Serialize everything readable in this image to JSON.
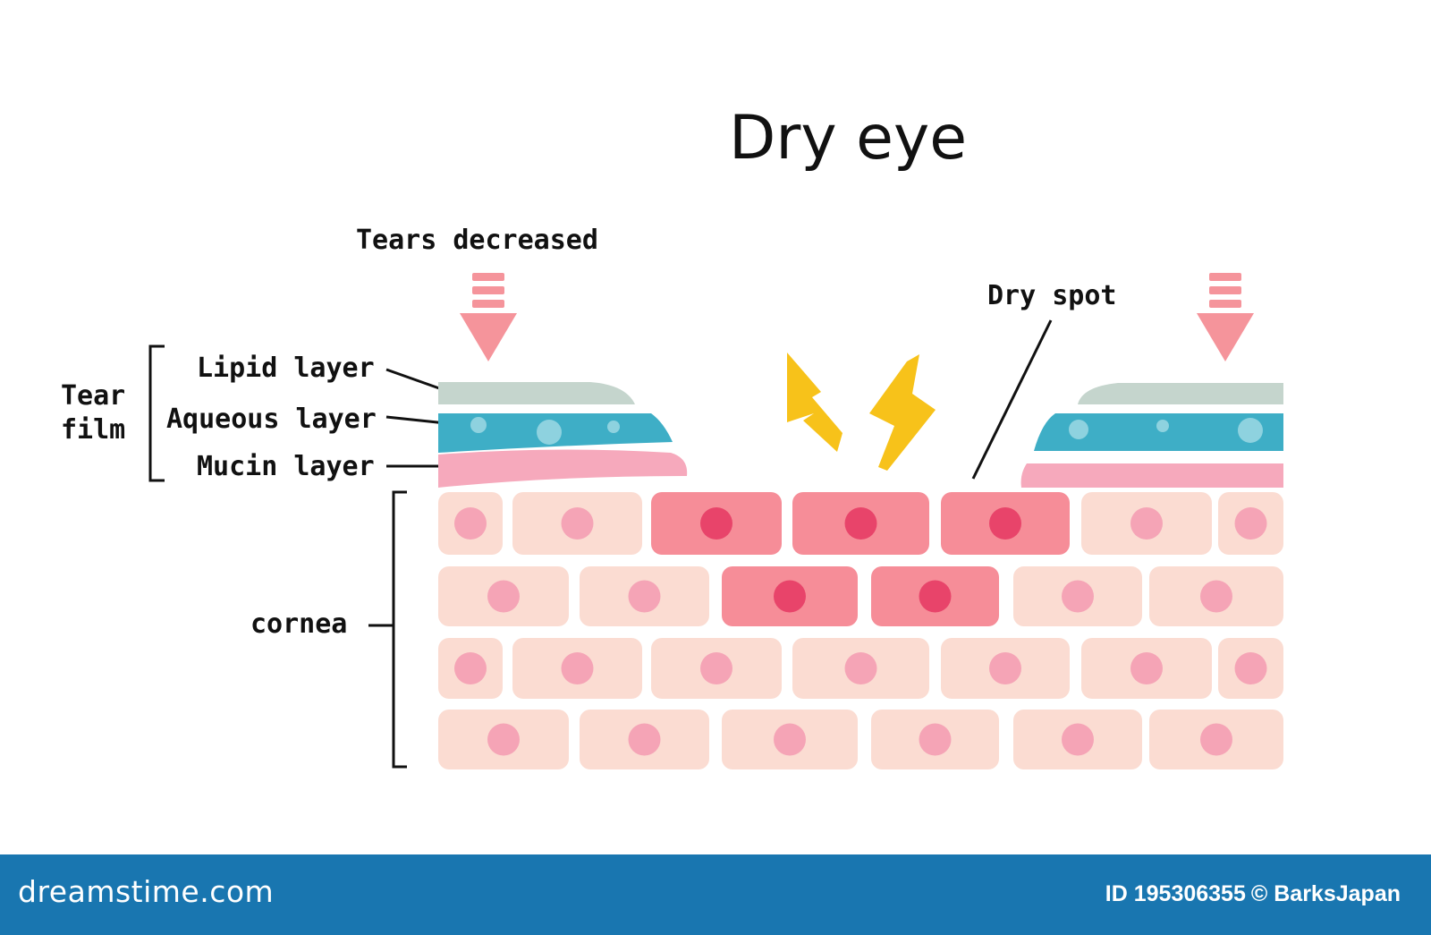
{
  "title": "Dry eye",
  "labels": {
    "tears_decreased": "Tears decreased",
    "dry_spot": "Dry spot",
    "tear_film_line1": "Tear",
    "tear_film_line2": "film",
    "lipid_layer": "Lipid layer",
    "aqueous_layer": "Aqueous layer",
    "mucin_layer": "Mucin layer",
    "cornea": "cornea"
  },
  "colors": {
    "lipid": "#c5d5cd",
    "aqueous": "#3eaec6",
    "mucin": "#f6a9bc",
    "cell_normal": "#fbdcd2",
    "nucleus_normal": "#f5a4b6",
    "cell_damaged": "#f68d98",
    "nucleus_damaged": "#e8446a",
    "arrow": "#f5949b",
    "lightning": "#f7c21a",
    "footer_bg": "#1976b0"
  },
  "icons": {
    "arrows": [
      "down-arrow-icon",
      "down-arrow-icon"
    ],
    "lightning": [
      "lightning-icon",
      "lightning-icon"
    ]
  },
  "footer": {
    "logo": "dreamstime.com",
    "id_text": "ID 195306355",
    "credit": "© BarksJapan"
  }
}
